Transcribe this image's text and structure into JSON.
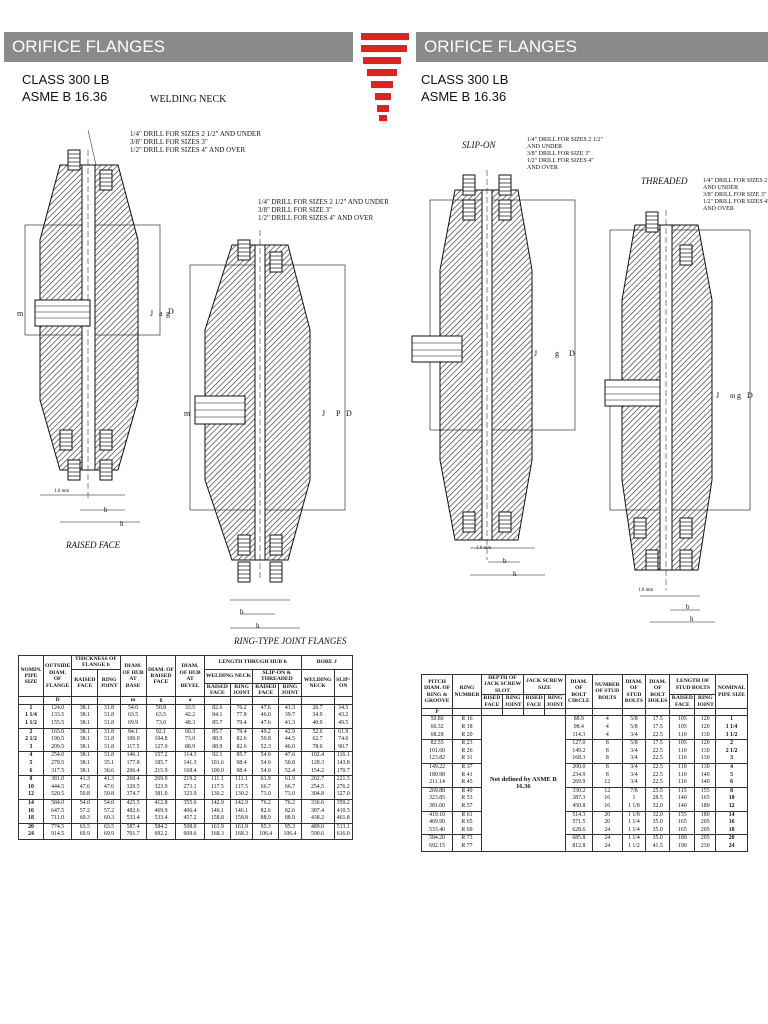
{
  "left": {
    "header": "ORIFICE FLANGES",
    "class": "CLASS 300 LB",
    "standard": "ASME B 16.36",
    "drawing_title": "WELDING NECK",
    "drill_note_1": "1/4\" DRILL FOR SIZES 2 1/2\" AND UNDER\n3/8\" DRILL FOR SIZES 3\"\n1/2\" DRILL FOR SIZES 4\" AND OVER",
    "drill_note_2": "1/4\" DRILL FOR SIZES 2 1/2\" AND UNDER\n3/8\" DRILL FOR SIZE 3\"\n1/2\" DRILL FOR SIZES 4\" AND OVER",
    "caption_1": "RAISED FACE",
    "caption_2": "RING-TYPE JOINT FLANGES",
    "dim_labels": {
      "m": "m",
      "j": "J",
      "a": "a",
      "g": "g",
      "d": "D",
      "p": "P",
      "mm": "1.6 mm",
      "b": "b",
      "h": "h"
    },
    "table": {
      "h_nomin": "NOMIN. PIPE SIZE",
      "h_outside": "OUTSIDE DIAM. OF FLANGE",
      "h_thick": "THICKNESS OF FLANGE b",
      "h_rf": "RAISED FACE",
      "h_rj": "RING JOINT",
      "h_hub": "DIAM. OF HUB AT BASE",
      "h_rface": "DIAM. OF RAISED FACE",
      "h_bevel": "DIAM. OF HUB AT BEVEL",
      "h_length": "LENGTH THRUGH HUB h",
      "h_wn": "WELDING NECK",
      "h_so": "SLIP-ON & THREADED",
      "h_bore": "BORE J",
      "h_bwn": "WELDING NECK",
      "h_bso": "SLIP-ON",
      "h_rf2": "RAISED FACE",
      "h_rj2": "RING JOINT",
      "h_rf3": "RAISED FACE",
      "h_rj3": "RING JOINT",
      "s_d": "D",
      "s_m": "m",
      "s_g": "g",
      "s_a": "a",
      "groups": [
        {
          "size": "1\n1 1/4\n1 1/2",
          "od": "124.0\n133.5\n155.5",
          "rf": "38.1\n38.1\n38.1",
          "rj": "31.8\n31.8\n31.8",
          "hub": "54.0\n63.5\n69.9",
          "rface": "50.8\n63.5\n73.0",
          "bevel": "33.5\n42.2\n48.3",
          "wnrf": "82.6\n84.1\n85.7",
          "wnrj": "76.2\n77.8\n79.4",
          "sorf": "47.6\n46.0\n47.6",
          "sorj": "41.3\n39.7\n41.3",
          "bwn": "26.7\n34.9\n40.9",
          "bso": "34.5\n43.2\n49.5"
        },
        {
          "size": "2\n2 1/2\n3",
          "od": "165.0\n190.5\n209.5",
          "rf": "38.1\n38.1\n38.1",
          "rj": "31.8\n31.8\n31.8",
          "hub": "84.1\n100.0\n117.5",
          "rface": "92.1\n104.8\n127.0",
          "bevel": "60.3\n73.0\n88.9",
          "wnrf": "85.7\n88.9\n88.9",
          "wnrj": "79.4\n82.6\n82.6",
          "sorf": "49.2\n50.8\n52.3",
          "sorj": "42.9\n44.5\n46.0",
          "bwn": "52.6\n62.7\n78.0",
          "bso": "61.9\n74.6\n90.7"
        },
        {
          "size": "4\n5\n6",
          "od": "254.0\n279.5\n317.5",
          "rf": "38.1\n38.1\n38.1",
          "rj": "31.8\n35.1\n36.6",
          "hub": "146.1\n177.8\n206.4",
          "rface": "157.2\n185.7\n215.9",
          "bevel": "114.3\n141.3\n168.4",
          "wnrf": "92.1\n101.6\n100.0",
          "wnrj": "85.7\n98.4\n98.4",
          "sorf": "54.0\n54.0\n54.0",
          "sorj": "47.6\n50.8\n52.4",
          "bwn": "102.4\n128.3\n154.2",
          "bso": "116.1\n143.8\n170.7"
        },
        {
          "size": "8\n10\n12",
          "od": "381.0\n444.5\n520.5",
          "rf": "41.3\n47.6\n50.8",
          "rj": "41.3\n47.6\n50.8",
          "hub": "260.4\n320.5\n374.7",
          "rface": "269.9\n323.9\n381.0",
          "bevel": "219.2\n273.1\n323.9",
          "wnrf": "111.1\n117.5\n130.2",
          "wnrj": "111.1\n117.5\n130.2",
          "sorf": "61.9\n66.7\n73.0",
          "sorj": "61.9\n66.7\n73.0",
          "bwn": "202.7\n254.5\n304.8",
          "bso": "221.5\n276.2\n327.0"
        },
        {
          "size": "14\n16\n18",
          "od": "584.0\n647.5\n711.0",
          "rf": "54.0\n57.2\n60.3",
          "rj": "54.0\n57.2\n60.3",
          "hub": "425.5\n482.6\n533.4",
          "rface": "412.8\n469.9\n533.4",
          "bevel": "355.6\n406.4\n457.2",
          "wnrf": "142.9\n146.1\n158.8",
          "wnrj": "142.9\n146.1\n158.8",
          "sorf": "76.2\n82.6\n88.9",
          "sorj": "76.2\n82.6\n88.9",
          "bwn": "336.6\n387.4\n438.2",
          "bso": "359.2\n410.5\n461.8"
        },
        {
          "size": "20\n24",
          "od": "774.5\n914.5",
          "rf": "63.5\n69.9",
          "rj": "63.5\n69.9",
          "hub": "587.4\n701.7",
          "rface": "584.2\n692.2",
          "bevel": "508.0\n609.6",
          "wnrf": "161.9\n168.3",
          "wnrj": "161.9\n168.3",
          "sorf": "95.3\n106.4",
          "sorj": "95.3\n106.4",
          "bwn": "489.0\n590.6",
          "bso": "513.1\n616.0"
        }
      ]
    }
  },
  "right": {
    "header": "ORIFICE FLANGES",
    "class": "CLASS 300 LB",
    "standard": "ASME B 16.36",
    "caption_slipon": "SLIP-ON",
    "caption_threaded": "THREADED",
    "drill_note_1": "1/4\" DRILL FOR SIZES 2 1/2\"\nAND UNDER\n3/8\" DRILL FOR SIZE 3\"\n1/2\" DRILL FOR SIZES 4\"\nAND OVER",
    "drill_note_2": "1/4\" DRILL FOR SIZES 2 1/2\"\nAND UNDER\n3/8\" DRILL FOR SIZE 3\"\n1/2\" DRILL FOR SIZES 4\"\nAND OVER",
    "dim_labels": {
      "j": "J",
      "m": "m",
      "g": "g",
      "d": "D",
      "mm": "1.6 mm",
      "b": "b",
      "h": "h"
    },
    "table": {
      "h_pitch": "PITCH DIAM. OF RING & GROOVE",
      "h_ringno": "RING NUMBER",
      "h_depth": "DEPTH OF JACK SCREW SLOT",
      "h_jack": "JACK SCREW SIZE",
      "h_rf": "RISED FACE",
      "h_rj": "RING JOINT",
      "h_rf2": "RISED FACE",
      "h_rj2": "RING JOINT",
      "h_bolt": "DIAM. OF BOLT CIRCLE",
      "h_number": "NUMBER OF STUD BOLTS",
      "h_diam": "DIAM. OF STUD BOLTS",
      "h_holes": "DIAM. OF BOLT HOLES",
      "h_length": "LENGTH OF STUD BOLTS",
      "h_lrf": "RAISED FACE",
      "h_lrj": "RING JOINT",
      "h_nominal": "NOMINAL PIPE SIZE",
      "s_p": "P",
      "not_defined": "Not defined by ASME B 16.36",
      "groups": [
        {
          "pitch": "50.80\n60.32\n68.28",
          "ring": "R 16\nR 18\nR 20",
          "bolt": "88.9\n98.4\n114.3",
          "num": "4\n4\n4",
          "diam": "5/8\n5/8\n3/4",
          "holes": "17.5\n17.5\n22.5",
          "lrf": "105\n105\n110",
          "lrj": "120\n120\n130",
          "size": "1\n1 1/4\n1 1/2"
        },
        {
          "pitch": "82.55\n101.60\n123.82",
          "ring": "R 23\nR 26\nR 31",
          "bolt": "127.0\n149.2\n168.3",
          "num": "8\n8\n8",
          "diam": "5/8\n3/4\n3/4",
          "holes": "17.5\n22.5\n22.5",
          "lrf": "105\n110\n110",
          "lrj": "120\n130\n130",
          "size": "2\n2 1/2\n3"
        },
        {
          "pitch": "149.22\n180.98\n211.14",
          "ring": "R 37\nR 41\nR 45",
          "bolt": "200.0\n234.9\n269.9",
          "num": "8\n8\n12",
          "diam": "3/4\n3/4\n3/4",
          "holes": "22.5\n22.5\n22.5",
          "lrf": "110\n110\n110",
          "lrj": "130\n140\n140",
          "size": "4\n5\n6"
        },
        {
          "pitch": "269.88\n323.85\n381.00",
          "ring": "R 49\nR 53\nR 57",
          "bolt": "330.2\n387.3\n450.8",
          "num": "12\n16\n16",
          "diam": "7/8\n1\n1 1/8",
          "holes": "25.5\n28.5\n32.0",
          "lrf": "115\n140\n140",
          "lrj": "155\n165\n180",
          "size": "8\n10\n12"
        },
        {
          "pitch": "419.10\n469.90\n533.40",
          "ring": "R 61\nR 65\nR 69",
          "bolt": "514.3\n571.5\n628.6",
          "num": "20\n20\n24",
          "diam": "1 1/8\n1 1/4\n1 1/4",
          "holes": "32.0\n35.0\n35.0",
          "lrf": "155\n165\n165",
          "lrj": "180\n205\n205",
          "size": "14\n16\n18"
        },
        {
          "pitch": "584.20\n692.15",
          "ring": "R 73\nR 77",
          "bolt": "685.8\n812.8",
          "num": "24\n24",
          "diam": "1 1/4\n1 1/2",
          "holes": "35.0\n41.5",
          "lrf": "180\n190",
          "lrj": "205\n230",
          "size": "20\n24"
        }
      ]
    }
  }
}
